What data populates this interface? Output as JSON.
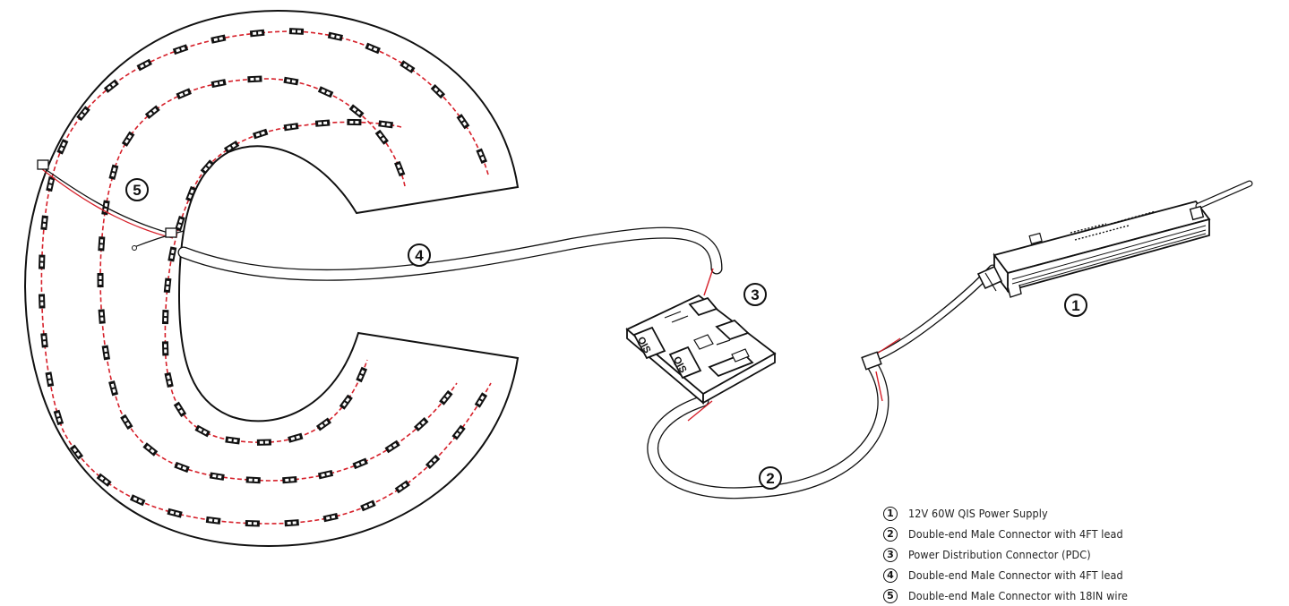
{
  "colors": {
    "line": "#111111",
    "wire_red": "#d6202a",
    "led": "#111111",
    "background": "#ffffff"
  },
  "callouts": [
    {
      "num": "1"
    },
    {
      "num": "2"
    },
    {
      "num": "3"
    },
    {
      "num": "4"
    },
    {
      "num": "5"
    }
  ],
  "legend": [
    {
      "num": "1",
      "text": "12V 60W QIS Power Supply"
    },
    {
      "num": "2",
      "text": "Double-end Male Connector with 4FT lead"
    },
    {
      "num": "3",
      "text": "Power Distribution Connector (PDC)"
    },
    {
      "num": "4",
      "text": "Double-end Male Connector with 4FT lead"
    },
    {
      "num": "5",
      "text": "Double-end Male Connector with 18IN wire"
    }
  ],
  "pdc_labels": {
    "port_a": "QIS",
    "port_b": "QIS"
  }
}
